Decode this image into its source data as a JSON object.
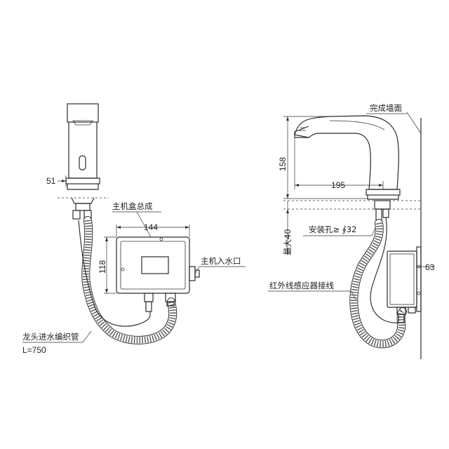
{
  "left_view": {
    "dim_width_spout": "51",
    "dim_box_width": "144",
    "dim_box_height": "118",
    "label_control_box": "主机盒总成",
    "label_water_inlet": "主机入水口",
    "label_hose": "龙头进水编织管",
    "label_hose_length": "L=750"
  },
  "right_view": {
    "label_wall": "完成墙面",
    "dim_height": "158",
    "dim_reach": "195",
    "label_install_hole": "安装孔≥ ∮32",
    "dim_max_thickness": "最大40",
    "dim_box_depth": "63",
    "label_sensor_wire": "红外线感应器接线"
  }
}
